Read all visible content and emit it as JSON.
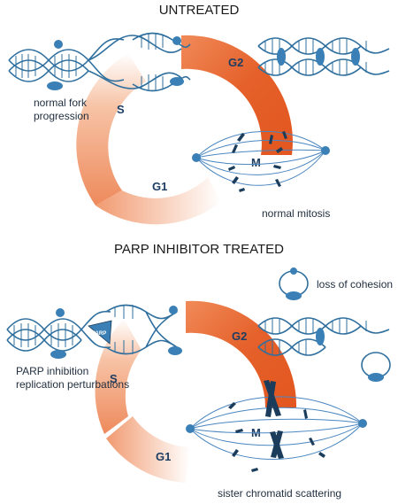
{
  "panels": {
    "untreated": {
      "title": "UNTREATED",
      "phases": {
        "s": "S",
        "g1": "G1",
        "g2": "G2",
        "m": "M"
      },
      "notes": {
        "fork": "normal fork progression",
        "fork_line1": "normal fork",
        "fork_line2": "progression",
        "mitosis": "normal mitosis"
      }
    },
    "treated": {
      "title": "PARP INHIBITOR TREATED",
      "phases": {
        "s": "S",
        "g1": "G1",
        "g2": "G2",
        "m": "M"
      },
      "parp_tag": "PARP",
      "notes": {
        "cohesion": "loss of cohesion",
        "parp_line1": "PARP inhibition",
        "parp_line2": "replication perturbations",
        "scattering": "sister chromatid scattering"
      }
    }
  },
  "colors": {
    "cycle_orange": "#e8632c",
    "cycle_light": "#f4b08e",
    "dna_blue": "#2f6f9e",
    "chromosome_navy": "#1b3c5a",
    "spindle_blue": "#4a86c0"
  }
}
